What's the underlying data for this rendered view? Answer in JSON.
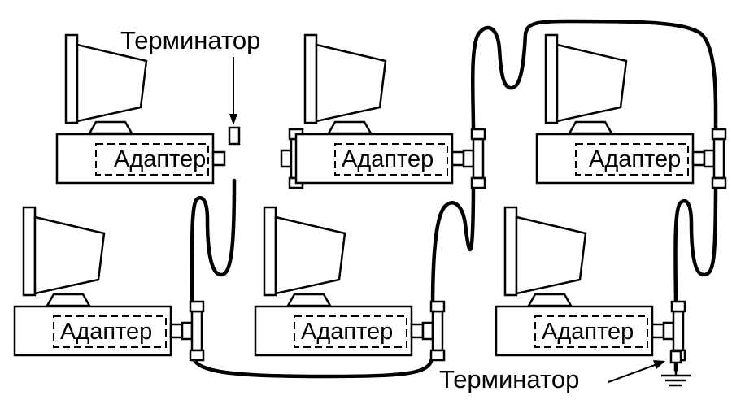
{
  "diagram": {
    "adapter_label": "Адаптер",
    "terminator_top": "Терминатор",
    "terminator_bottom": "Терминатор",
    "stations": [
      {
        "id": "pc-top-left"
      },
      {
        "id": "pc-top-middle"
      },
      {
        "id": "pc-top-right"
      },
      {
        "id": "pc-bottom-left"
      },
      {
        "id": "pc-bottom-middle"
      },
      {
        "id": "pc-bottom-right"
      }
    ],
    "colors": {
      "line": "#000000",
      "background": "#ffffff"
    }
  }
}
